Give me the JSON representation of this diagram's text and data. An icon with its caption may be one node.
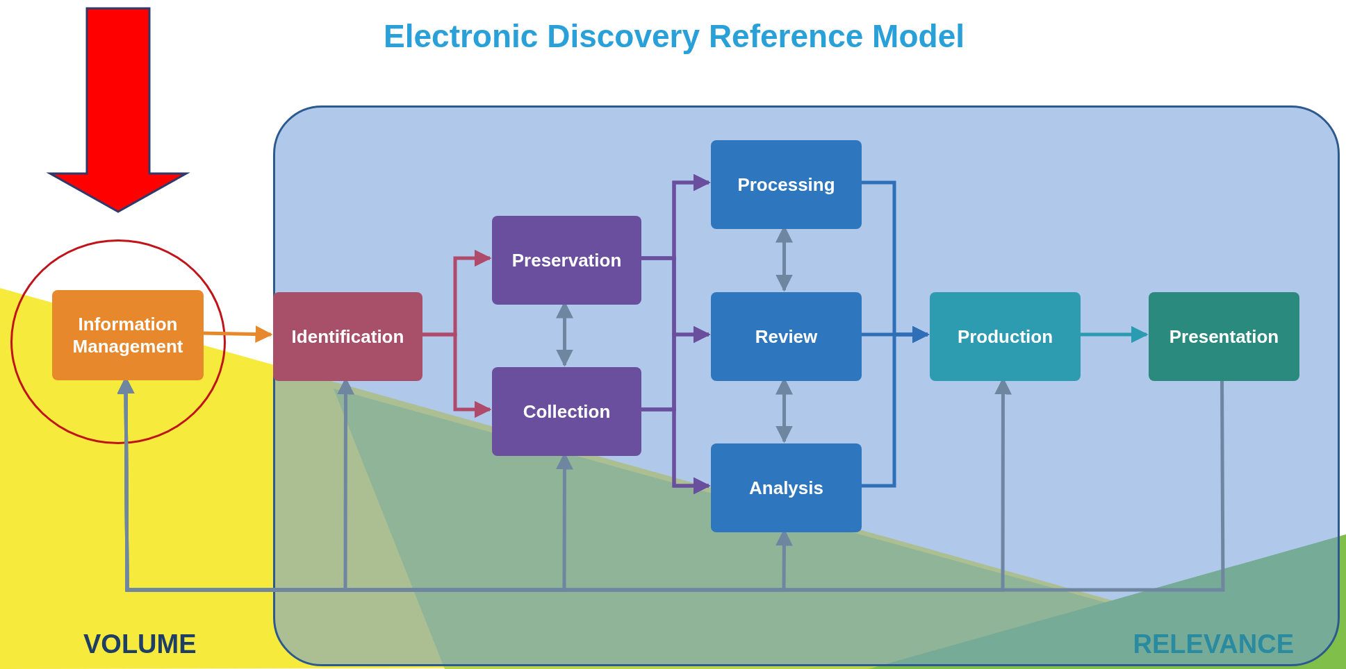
{
  "diagram": {
    "title": "Electronic Discovery Reference Model",
    "nodes": [
      {
        "text": [],
        "shape": "circle"
      },
      {
        "text": [
          "Information Management"
        ],
        "in": 0
      },
      {
        "text": [],
        "shape": "box"
      },
      {
        "text": [
          "Identification"
        ],
        "in": 2
      },
      {
        "text": [
          "Preservation"
        ],
        "in": 2
      },
      {
        "text": [
          "Collection"
        ],
        "in": 2
      },
      {
        "text": [
          "Processing"
        ],
        "in": 2
      },
      {
        "text": [
          "Review"
        ],
        "in": 2
      },
      {
        "text": [
          "Analysis"
        ],
        "in": 2
      },
      {
        "text": [
          "Production"
        ],
        "in": 2
      },
      {
        "text": [
          "Presentation"
        ],
        "in": 2
      }
    ],
    "edges": [
      {
        "from": 1,
        "to": 3,
        "arrow": "to",
        "color": "#e8882c"
      },
      {
        "from": 3,
        "to": 4,
        "arrow": "to",
        "color": "#b04a6a"
      },
      {
        "from": 3,
        "to": 5,
        "arrow": "to",
        "color": "#b04a6a"
      },
      {
        "from": 4,
        "to": 5,
        "arrow": "both"
      },
      {
        "from": 4,
        "to": 6,
        "arrow": "to",
        "color": "#6a4f9e"
      },
      {
        "from": 4,
        "to": 7,
        "arrow": "to",
        "color": "#6a4f9e"
      },
      {
        "from": 4,
        "to": 8,
        "arrow": "to",
        "color": "#6a4f9e"
      },
      {
        "from": 5,
        "to": 6,
        "arrow": "to",
        "color": "#6a4f9e"
      },
      {
        "from": 5,
        "to": 7,
        "arrow": "to",
        "color": "#6a4f9e"
      },
      {
        "from": 5,
        "to": 8,
        "arrow": "to",
        "color": "#6a4f9e"
      },
      {
        "from": 6,
        "to": 7,
        "arrow": "both"
      },
      {
        "from": 7,
        "to": 8,
        "arrow": "both"
      },
      {
        "from": 6,
        "to": 9,
        "arrow": "to",
        "color": "#2e6fb8"
      },
      {
        "from": 7,
        "to": 9,
        "arrow": "to",
        "color": "#2e6fb8"
      },
      {
        "from": 8,
        "to": 9,
        "arrow": "to",
        "color": "#2e6fb8"
      },
      {
        "from": 9,
        "to": 10,
        "arrow": "to",
        "color": "#2a9bb0"
      },
      {
        "from": 10,
        "to": 1,
        "arrow": "to"
      },
      {
        "from": 3,
        "to": 1,
        "arrow": "both"
      },
      {
        "from": 5,
        "to": 1,
        "arrow": "both"
      },
      {
        "from": 8,
        "to": 1,
        "arrow": "both"
      },
      {
        "from": 9,
        "to": 1,
        "arrow": "both"
      },
      {
        "from": null,
        "to": 0,
        "arrow": "to",
        "style": "thick",
        "color": "#ff0000"
      }
    ],
    "labels": [
      "VOLUME",
      "RELEVANCE"
    ]
  }
}
